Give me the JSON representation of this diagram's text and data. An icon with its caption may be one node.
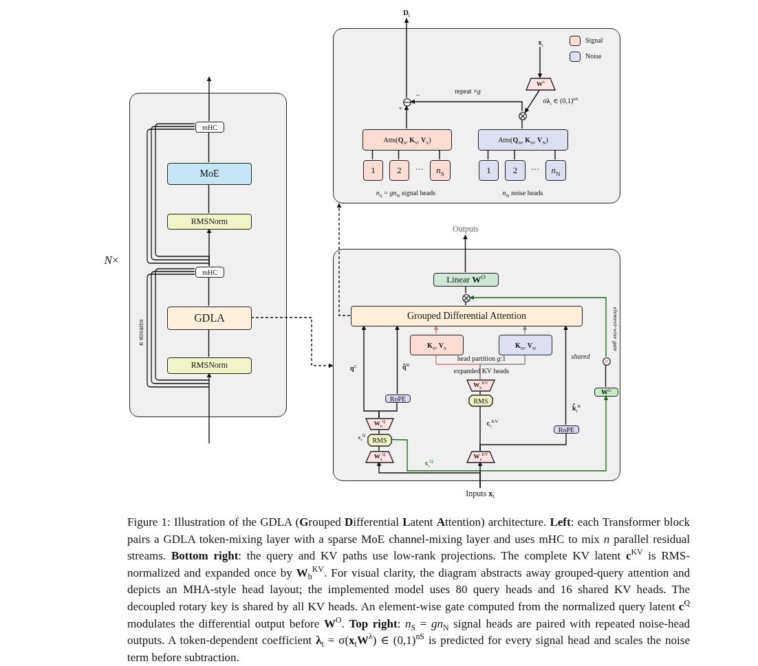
{
  "diagram": {
    "caption": "Figure 1: Illustration of the GDLA (**G**rouped **D**ifferential **L**atent **A**ttention) architecture. **Left**: each Transformer block pairs a GDLA token-mixing layer with a sparse MoE channel-mixing layer and uses mHC to mix *n* parallel residual streams. **Bottom right**: the query and KV paths use low-rank projections. The complete KV latent **c**$^{KV}$ is RMS-normalized and expanded once by **W**$_{b}$$^{KV}$. For visual clarity, the diagram abstracts away grouped-query attention and depicts an MHA-style head layout; the implemented model uses 80 query heads and 16 shared KV heads. The decoupled rotary key is shared by all KV heads. An element-wise gate computed from the normalized query latent **c**$^{Q}$ modulates the differential output before **W**$^{O}$. **Top right**: *n*$_{S}$ = *gn*$_{N}$ signal heads are paired with repeated noise-head outputs. A token-dependent coefficient **λ**$_{t}$ = σ(**x**$_{t}$**W**$^{λ}$) ∈ (0,1)$^{nS}$ is predicted for every signal head and scales the noise term before subtraction.",
    "nodes": [
      {
        "text": [],
        "shape": "box"
      },
      {
        "text": [
          "mHC"
        ],
        "in": 0
      },
      {
        "text": [
          "MoE"
        ],
        "in": 0
      },
      {
        "text": [
          "RMSNorm"
        ],
        "in": 0
      },
      {
        "text": [
          "mHC"
        ],
        "in": 0
      },
      {
        "text": [
          "GDLA"
        ],
        "in": 0
      },
      {
        "text": [
          "RMSNorm"
        ],
        "in": 0
      },
      {
        "text": [],
        "shape": "box"
      },
      {
        "text": [
          "**D**$_{t}$"
        ]
      },
      {
        "text": [
          "**x**$_{t}$"
        ],
        "in": 7
      },
      {
        "text": [
          "**W**$^{λ}$"
        ],
        "in": 7
      },
      {
        "text": [],
        "shape": "circle",
        "in": 7
      },
      {
        "text": [],
        "shape": "circle",
        "in": 7
      },
      {
        "text": [
          "Attn(**Q**$_{S}$, **K**$_{S}$, **V**$_{S}$)"
        ],
        "in": 7
      },
      {
        "text": [
          "Attn(**Q**$_{N}$, **K**$_{N}$, **V**$_{N}$)"
        ],
        "in": 7
      },
      {
        "text": [
          "1"
        ],
        "in": 7
      },
      {
        "text": [
          "2"
        ],
        "in": 7
      },
      {
        "text": [
          "*n*$_{S}$"
        ],
        "in": 7
      },
      {
        "text": [
          "1"
        ],
        "in": 7
      },
      {
        "text": [
          "2"
        ],
        "in": 7
      },
      {
        "text": [
          "*n*$_{N}$"
        ],
        "in": 7
      },
      {
        "text": [
          "Outputs"
        ]
      },
      {
        "text": [],
        "shape": "box"
      },
      {
        "text": [
          "Linear **W**$^{O}$"
        ],
        "in": 22
      },
      {
        "text": [],
        "shape": "circle",
        "in": 22
      },
      {
        "text": [
          "Grouped Differential Attention"
        ],
        "in": 22
      },
      {
        "text": [
          "**K**$_{S}$, **V**$_{S}$"
        ],
        "in": 22
      },
      {
        "text": [
          "**K**$_{N}$, **V**$_{N}$"
        ],
        "in": 22
      },
      {
        "text": [
          "**W**$_{b}$$^{KV}$"
        ],
        "in": 22
      },
      {
        "text": [
          "RMS"
        ],
        "in": 22
      },
      {
        "text": [
          "RoPE"
        ],
        "in": 22
      },
      {
        "text": [
          "**W**$_{b}$$^{Q}$"
        ],
        "in": 22
      },
      {
        "text": [
          "RMS"
        ],
        "in": 22
      },
      {
        "text": [
          "**W**$_{a}$$^{Q}$"
        ],
        "in": 22
      },
      {
        "text": [
          "**W**$_{a}$$^{KV}$"
        ],
        "in": 22
      },
      {
        "text": [
          "RoPE"
        ],
        "in": 22
      },
      {
        "text": [
          "**W**$^{G}$"
        ],
        "in": 22
      },
      {
        "text": [
          "σ"
        ],
        "in": 22
      },
      {
        "text": [
          "Inputs **x**$_{t}$"
        ]
      }
    ],
    "edges": [
      {
        "from": null,
        "to": 6,
        "arrow": "to"
      },
      {
        "from": 6,
        "to": 5,
        "arrow": "none"
      },
      {
        "from": 5,
        "to": 4,
        "arrow": "none"
      },
      {
        "from": 4,
        "to": 3,
        "arrow": "to"
      },
      {
        "from": 3,
        "to": 2,
        "arrow": "none"
      },
      {
        "from": 2,
        "to": 1,
        "arrow": "none"
      },
      {
        "from": 1,
        "to": null,
        "arrow": "to"
      },
      {
        "from": 5,
        "to": 22,
        "arrow": "to",
        "style": "dashed"
      },
      {
        "from": 25,
        "to": 7,
        "arrow": "to",
        "style": "dashed"
      },
      {
        "from": 11,
        "to": 8,
        "arrow": "to"
      },
      {
        "from": 13,
        "to": 11,
        "arrow": "to"
      },
      {
        "from": 14,
        "to": 12,
        "arrow": "none"
      },
      {
        "from": 12,
        "to": 11,
        "arrow": "to",
        "label": "repeat ×*g*"
      },
      {
        "from": 9,
        "to": 10,
        "arrow": "to"
      },
      {
        "from": 10,
        "to": 12,
        "arrow": "to",
        "label": "σ**λ**$_{t}$ ∈ (0,1)$^{nS}$"
      },
      {
        "from": 15,
        "to": 13,
        "arrow": "none"
      },
      {
        "from": 16,
        "to": 13,
        "arrow": "none"
      },
      {
        "from": 17,
        "to": 13,
        "arrow": "none"
      },
      {
        "from": 18,
        "to": 14,
        "arrow": "none"
      },
      {
        "from": 19,
        "to": 14,
        "arrow": "none"
      },
      {
        "from": 20,
        "to": 14,
        "arrow": "none"
      },
      {
        "from": 23,
        "to": 21,
        "arrow": "to"
      },
      {
        "from": 25,
        "to": 24,
        "arrow": "none"
      },
      {
        "from": 24,
        "to": 23,
        "arrow": "none"
      },
      {
        "from": 37,
        "to": 24,
        "arrow": "to",
        "color": "#1e6b1e"
      },
      {
        "from": 36,
        "to": 37,
        "arrow": "none"
      },
      {
        "from": 32,
        "to": 36,
        "arrow": "to",
        "color": "#1e6b1e",
        "label": "**c**$_{t}$$^{Q}$"
      },
      {
        "from": 26,
        "to": 25,
        "arrow": "to",
        "color": "#d08070"
      },
      {
        "from": 27,
        "to": 25,
        "arrow": "to",
        "color": "#888888"
      },
      {
        "from": 28,
        "to": 26,
        "arrow": "none",
        "color": "#d08070"
      },
      {
        "from": 28,
        "to": 27,
        "arrow": "none",
        "color": "#888888"
      },
      {
        "from": 29,
        "to": 28,
        "arrow": "none"
      },
      {
        "from": 34,
        "to": 29,
        "arrow": "none",
        "label": "**c**$_{t}$$^{KV}$"
      },
      {
        "from": 34,
        "to": 35,
        "arrow": "none"
      },
      {
        "from": 35,
        "to": 25,
        "arrow": "to",
        "label": "**k̃**$_{t}$$^{R}$"
      },
      {
        "from": 38,
        "to": 34,
        "arrow": "to"
      },
      {
        "from": 38,
        "to": 33,
        "arrow": "to"
      },
      {
        "from": 33,
        "to": 32,
        "arrow": "none"
      },
      {
        "from": 32,
        "to": 31,
        "arrow": "none"
      },
      {
        "from": 31,
        "to": 25,
        "arrow": "to",
        "label": "**q**$^{C}$"
      },
      {
        "from": 31,
        "to": 30,
        "arrow": "none"
      },
      {
        "from": 30,
        "to": 25,
        "arrow": "to",
        "label": "**q̃**$^{R}$"
      },
      {
        "from": null,
        "to": 4,
        "arrow": "none"
      },
      {
        "from": 4,
        "to": 1,
        "arrow": "none"
      }
    ],
    "labels": [
      "−",
      "+",
      "···",
      "···",
      "*n*$_{S}$ = *gn*$_{N}$ signal heads",
      "*n*$_{N}$ noise heads",
      "*N*×",
      "*n* streams",
      "element-wise gate",
      "shared",
      "head partition *g*:1",
      "expanded KV heads",
      "**c**$_{t}$$^{Q}$"
    ],
    "legend": [
      {
        "text": "Signal",
        "color": "#fcdcd4"
      },
      {
        "text": "Noise",
        "color": "#dde0f0"
      }
    ]
  }
}
